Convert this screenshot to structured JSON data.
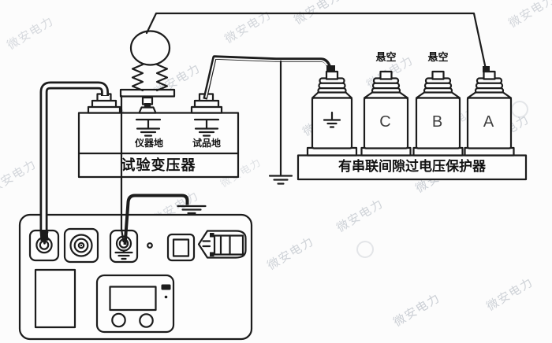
{
  "colors": {
    "line": "#1c1c1c",
    "background": "#fcfcfc",
    "watermark": "#a9b0ba"
  },
  "transformer": {
    "title": "试验变压器",
    "instrument_ground_label": "仪器地",
    "specimen_ground_label": "试品地"
  },
  "protector": {
    "title": "有串联间隙过电压保护器",
    "bottles": [
      {
        "label": "",
        "top_label": "",
        "marking": "earth-ground-symbol"
      },
      {
        "label": "C",
        "top_label": "悬空"
      },
      {
        "label": "B",
        "top_label": "悬空"
      },
      {
        "label": "A",
        "top_label": ""
      }
    ]
  },
  "watermark": {
    "text": "微安电力"
  }
}
